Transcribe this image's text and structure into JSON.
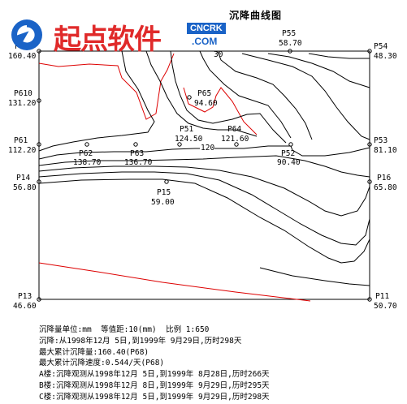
{
  "chart_data": {
    "type": "contour",
    "title": "沉降曲线图",
    "contour_interval_mm": 10,
    "points": [
      {
        "id": "P68",
        "value": "160.40"
      },
      {
        "id": "P55",
        "value": "58.70"
      },
      {
        "id": "P54",
        "value": "48.30"
      },
      {
        "id": "P610",
        "value": "131.20"
      },
      {
        "id": "P65",
        "value": "94.60"
      },
      {
        "id": "P51",
        "value": "124.50"
      },
      {
        "id": "P64",
        "value": "121.60"
      },
      {
        "id": "P61",
        "value": "112.20"
      },
      {
        "id": "P62",
        "value": "138.70"
      },
      {
        "id": "P63",
        "value": "136.70"
      },
      {
        "id": "P52",
        "value": "90.40"
      },
      {
        "id": "P53",
        "value": "81.10"
      },
      {
        "id": "P14",
        "value": "56.80"
      },
      {
        "id": "P15",
        "value": "59.00"
      },
      {
        "id": "P16",
        "value": "65.80"
      },
      {
        "id": "P13",
        "value": "46.60"
      },
      {
        "id": "P11",
        "value": "50.70"
      }
    ],
    "contour_labels": [
      "120",
      "30"
    ]
  },
  "logo": {
    "text": "起点软件",
    "domain_top": "CNCRK",
    "domain_bottom": ".COM"
  },
  "notes": [
    "沉降量单位:mm  等值距:10(mm)  比例 1:650",
    "沉降:从1998年12月 5日,到1999年 9月29日,历时298天",
    "最大累计沉降量:160.40(P68)",
    "最大累计沉降速度:0.544/天(P68)",
    "A楼:沉降观测从1998年12月 5日,到1999年 8月28日,历时266天",
    "B楼:沉降观测从1998年12月 8日,到1999年 9月29日,历时295天",
    "C楼:沉降观测从1998年12月 5日,到1999年 9月29日,历时298天"
  ],
  "colors": {
    "contour": "#000000",
    "highlight_contour": "#dd0000",
    "logo_red": "#e02a2a",
    "logo_blue": "#1a63c7"
  }
}
